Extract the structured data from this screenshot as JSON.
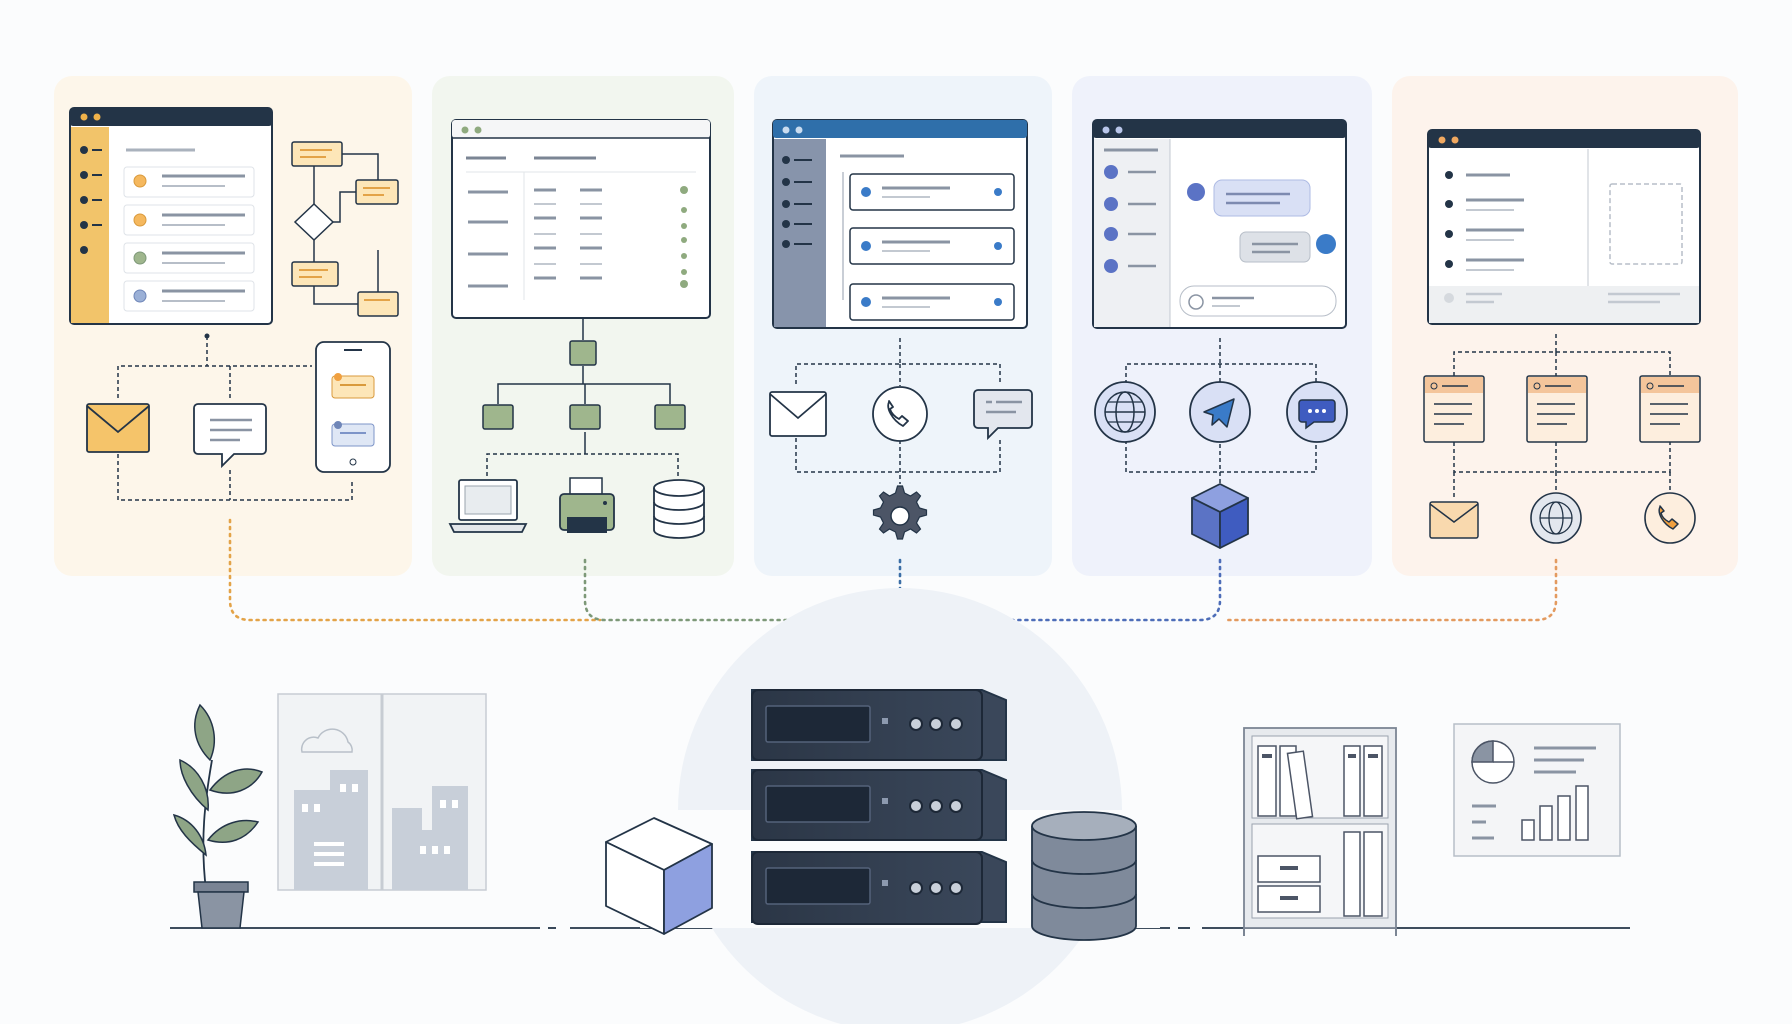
{
  "title": "",
  "panels": [
    {
      "id": "workflow",
      "theme": "amber",
      "accent": "#f2c46a",
      "tint": "#fdf6ea",
      "line": "#e3a348",
      "children": [
        "envelope-icon",
        "speech-bubble-icon",
        "smartphone-chat-icon"
      ]
    },
    {
      "id": "records",
      "theme": "green",
      "accent": "#8faa7f",
      "tint": "#f2f6ef",
      "line": "#7d9878",
      "children": [
        "laptop-icon",
        "printer-icon",
        "database-icon"
      ]
    },
    {
      "id": "contacts",
      "theme": "blue",
      "accent": "#2f6faa",
      "tint": "#eef4fa",
      "line": "#3b6ea6",
      "children": [
        "envelope-icon",
        "phone-icon",
        "message-icon"
      ],
      "hub": "gear-icon"
    },
    {
      "id": "messaging",
      "theme": "indigo",
      "accent": "#5b73c5",
      "tint": "#eff2fb",
      "line": "#4d6db8",
      "children": [
        "globe-icon",
        "send-icon",
        "chat-icon"
      ],
      "hub": "cube-icon"
    },
    {
      "id": "forms",
      "theme": "orange",
      "accent": "#e8a167",
      "tint": "#fdf3ec",
      "line": "#e39a5f",
      "children": [
        "envelope-icon",
        "globe-icon",
        "phone-icon"
      ]
    }
  ],
  "colors": {
    "navy": "#233447",
    "server": "#2f3b4c",
    "line_gray": "#4c5566",
    "skeleton": "#8a94a3",
    "background": "#fbfcfd"
  },
  "scene": {
    "center": "server-rack",
    "left_items": [
      "plant",
      "window-with-city",
      "cube"
    ],
    "right_items": [
      "database-cylinder",
      "bookshelf",
      "analytics-poster"
    ]
  }
}
